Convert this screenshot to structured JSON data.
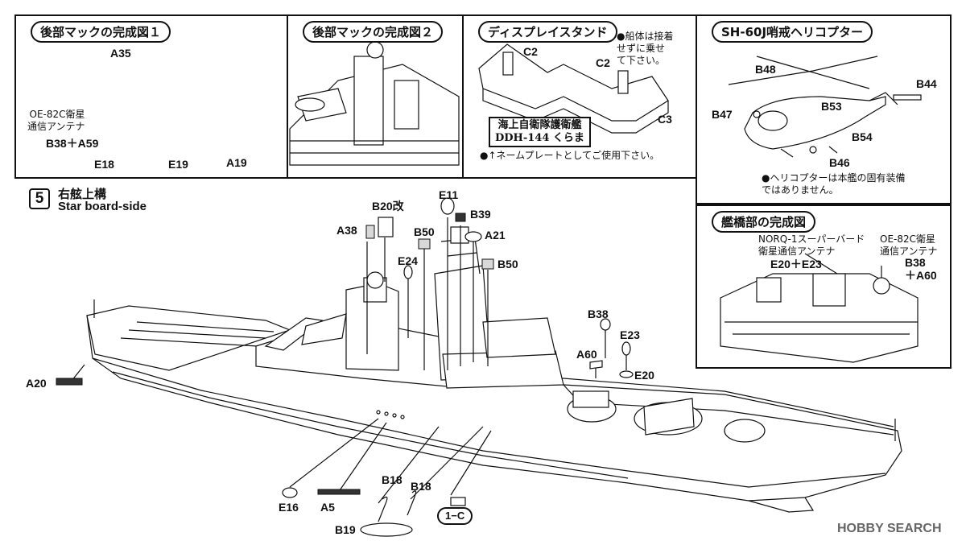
{
  "panels": {
    "rear_mack_1": {
      "title": "後部マックの完成図１",
      "labels": [
        "A35",
        "E18",
        "E19",
        "A19"
      ],
      "antenna_note": "OE-82C衛星\n通信アンテナ",
      "antenna_parts": "B38＋A59"
    },
    "rear_mack_2": {
      "title": "後部マックの完成図２"
    },
    "display_stand": {
      "title": "ディスプレイスタンド",
      "labels": [
        "C2",
        "C2",
        "C3"
      ],
      "nameplate": "海上自衛隊護衛艦\nDDH-144 くらま",
      "hull_note": "●船体は接着\nせずに乗せ\nて下さい。",
      "nameplate_note": "●↑ネームプレートとしてご使用下さい。"
    },
    "helicopter": {
      "title": "SH-60J哨戒ヘリコプター",
      "labels": [
        "B48",
        "B44",
        "B47",
        "B53",
        "B54",
        "B46"
      ],
      "note": "●ヘリコプターは本艦の固有装備\nではありません。"
    },
    "bridge": {
      "title": "艦橋部の完成図",
      "norq_note": "NORQ-1スーパーバード\n衛星通信アンテナ",
      "norq_parts": "E20＋E23",
      "oe_note": "OE-82C衛星\n通信アンテナ",
      "oe_parts": "B38\n＋A60"
    }
  },
  "step": {
    "number": "5",
    "title": "右舷上構",
    "subtitle": "Star board-side"
  },
  "main_labels": {
    "B20": "B20改",
    "E11": "E11",
    "B39": "B39",
    "A38": "A38",
    "B50a": "B50",
    "A21": "A21",
    "E24": "E24",
    "B50b": "B50",
    "B38": "B38",
    "E23": "E23",
    "A60": "A60",
    "E20": "E20",
    "A20": "A20",
    "E16": "E16",
    "A5": "A5",
    "B18a": "B18",
    "B18b": "B18",
    "B19": "B19",
    "C1": "1−C"
  },
  "watermark": "HOBBY SEARCH"
}
